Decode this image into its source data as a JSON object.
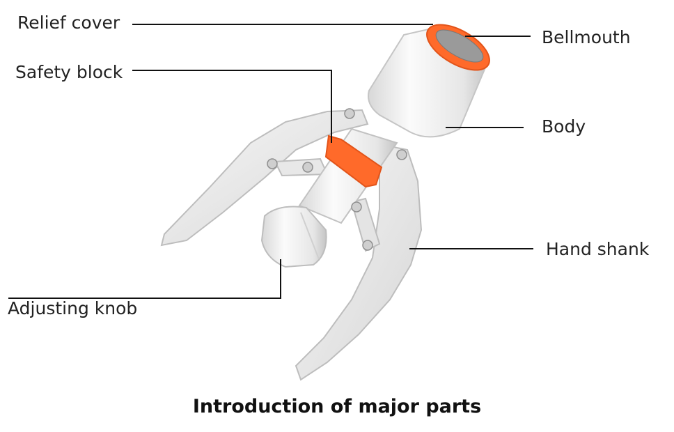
{
  "labels": {
    "relief_cover": "Relief cover",
    "safety_block": "Safety block",
    "bellmouth": "Bellmouth",
    "body": "Body",
    "hand_shank": "Hand shank",
    "adjusting_knob": "Adjusting knob"
  },
  "caption": "Introduction of major parts",
  "colors": {
    "device_white": "#eeeeee",
    "device_shadow": "#c9c9c9",
    "accent_orange": "#ff6a2a",
    "leader_line": "#111111",
    "text": "#222222"
  }
}
